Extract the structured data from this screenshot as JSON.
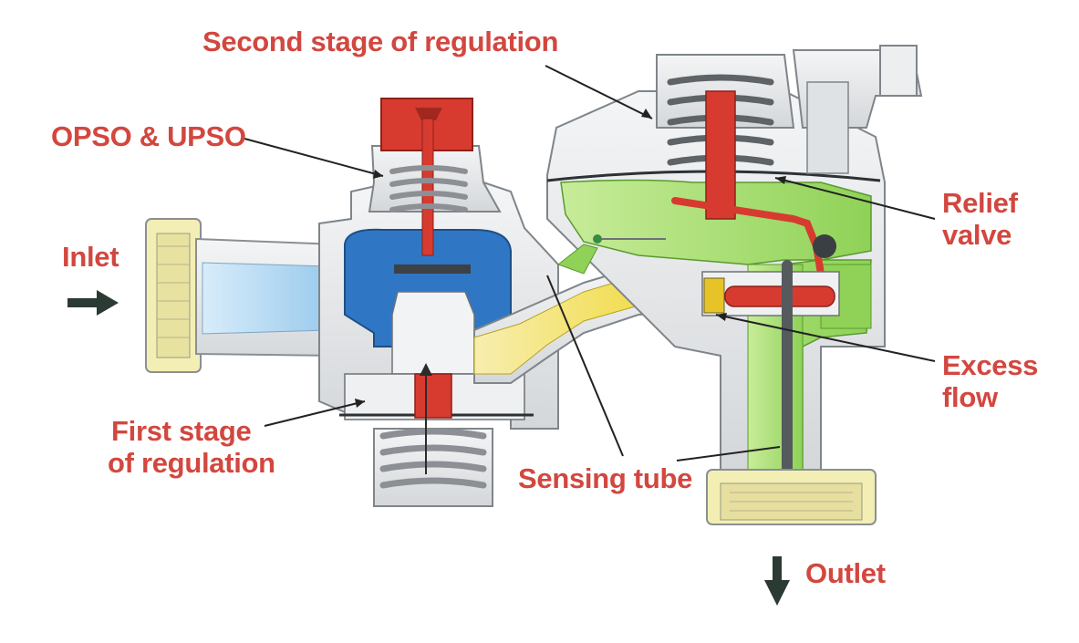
{
  "labels": {
    "second_stage": "Second stage of regulation",
    "opso_upso": "OPSO & UPSO",
    "inlet": "Inlet",
    "relief_valve_line1": "Relief",
    "relief_valve_line2": "valve",
    "excess_flow_line1": "Excess",
    "excess_flow_line2": "flow",
    "first_stage_line1": "First stage",
    "first_stage_line2": "of regulation",
    "sensing_tube": "Sensing tube",
    "outlet": "Outlet"
  },
  "colors": {
    "label_text": "#d2473f",
    "inlet_gas": "#a9d3f0",
    "first_stage_chamber": "#2f77c4",
    "intermediate_gas": "#f2df3a",
    "outlet_gas": "#9fd866",
    "spring_cap": "#d73b30",
    "body_metal": "#e6e8ea",
    "arrow": "#2b3a33"
  }
}
